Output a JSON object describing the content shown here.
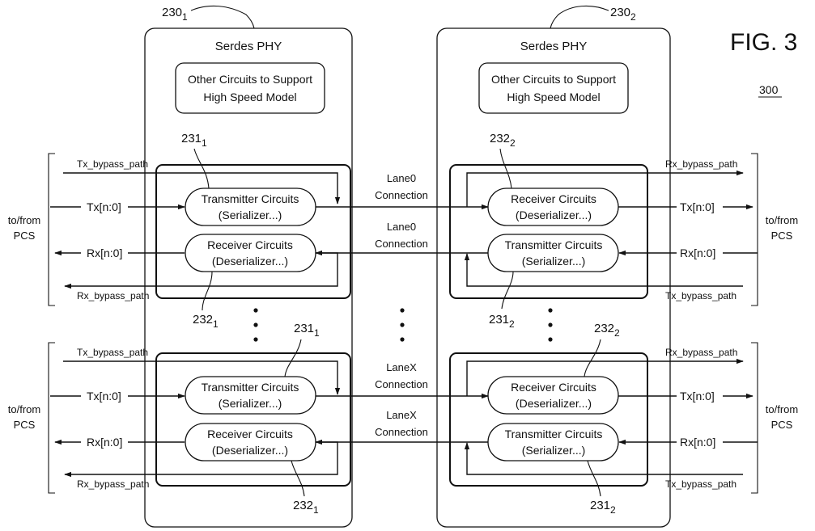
{
  "figure": {
    "label": "FIG. 3",
    "ref": "300"
  },
  "phys": [
    {
      "ref": "230",
      "sub": "1",
      "title": "Serdes PHY",
      "support": [
        "Other Circuits to Support",
        "High Speed Model"
      ]
    },
    {
      "ref": "230",
      "sub": "2",
      "title": "Serdes PHY",
      "support": [
        "Other Circuits to Support",
        "High Speed Model"
      ]
    }
  ],
  "circuits": {
    "transmitter": [
      "Transmitter Circuits",
      "(Serializer...)"
    ],
    "receiver": [
      "Receiver Circuits",
      "(Deserializer...)"
    ]
  },
  "refs": {
    "tx_main": "231",
    "rx_main": "232",
    "sub1": "1",
    "sub2": "2"
  },
  "lanes": [
    {
      "conn_top": [
        "Lane0",
        "Connection"
      ],
      "conn_bottom": [
        "Lane0",
        "Connection"
      ]
    },
    {
      "conn_top": [
        "LaneX",
        "Connection"
      ],
      "conn_bottom": [
        "LaneX",
        "Connection"
      ]
    }
  ],
  "signals": {
    "tx_bypass": "Tx_bypass_path",
    "rx_bypass": "Rx_bypass_path",
    "tx_bus": "Tx[n:0]",
    "rx_bus": "Rx[n:0]",
    "pcs": [
      "to/from",
      "PCS"
    ]
  }
}
